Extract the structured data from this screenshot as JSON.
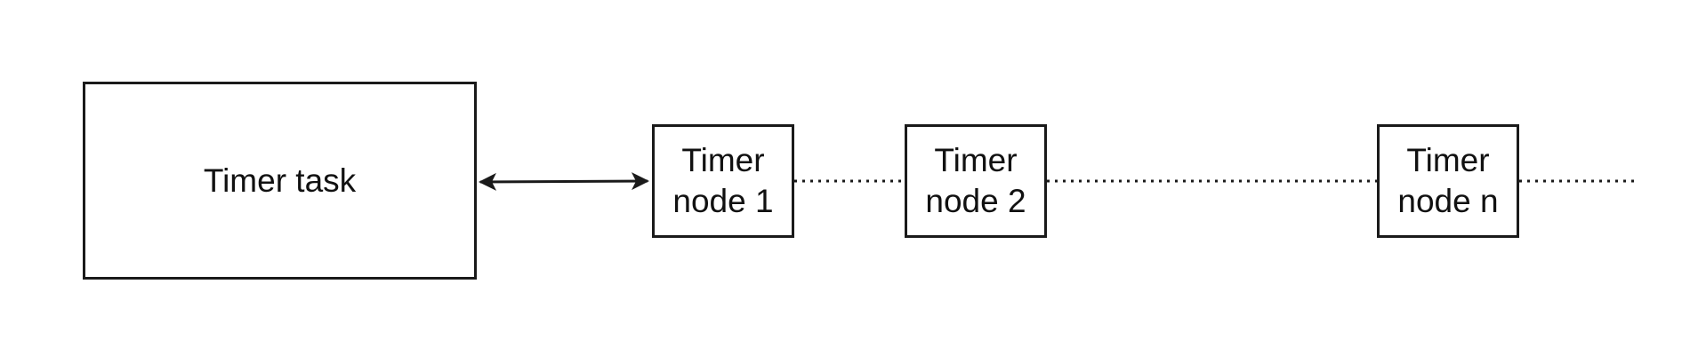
{
  "diagram": {
    "task": {
      "label": "Timer task"
    },
    "nodes": [
      {
        "label": "Timer\nnode 1"
      },
      {
        "label": "Timer\nnode 2"
      },
      {
        "label": "Timer\nnode n"
      }
    ],
    "colors": {
      "stroke": "#1a1a1a",
      "text": "#111111",
      "background": "#ffffff"
    }
  }
}
